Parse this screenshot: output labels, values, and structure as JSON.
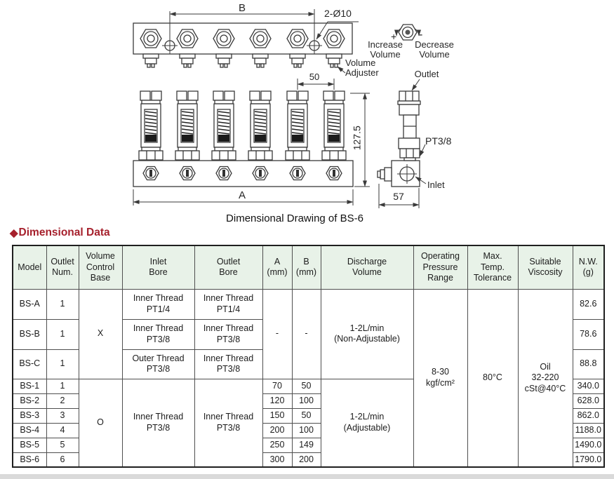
{
  "page": {
    "caption": "Dimensional Drawing of BS-6",
    "bottom_strip_color": "#dadada"
  },
  "section": {
    "icon": "◆",
    "title": "Dimensional Data",
    "color": "#a6202c"
  },
  "drawing": {
    "labels": {
      "dim_b": "B",
      "holes": "2-Ø10",
      "increase": "Increase\nVolume",
      "decrease": "Decrease\nVolume",
      "plus": "+",
      "minus": "-",
      "volume_adjuster": "Volume\nAdjuster",
      "outlet": "Outlet",
      "dim_50": "50",
      "dim_height": "127.5",
      "thread": "PT3/8",
      "inlet": "Inlet",
      "dim_a": "A",
      "dim_57": "57"
    }
  },
  "table": {
    "header_bg": "#e8f2e8",
    "headers": [
      "Model",
      "Outlet\nNum.",
      "Volume\nControl\nBase",
      "Inlet\nBore",
      "Outlet\nBore",
      "A\n(mm)",
      "B\n(mm)",
      "Discharge\nVolume",
      "Operating\nPressure\nRange",
      "Max.\nTemp.\nTolerance",
      "Suitable\nViscosity",
      "N.W.\n(g)"
    ],
    "groups": {
      "fixed": {
        "control": "X",
        "a": "-",
        "b": "-",
        "discharge": "1-2L/min\n(Non-Adjustable)"
      },
      "adjustable": {
        "control": "O",
        "inlet": "Inner Thread\nPT3/8",
        "outlet_bore": "Inner Thread\nPT3/8",
        "discharge": "1-2L/min\n(Adjustable)"
      }
    },
    "shared": {
      "pressure": "8-30\nkgf/cm²",
      "temp": "80°C",
      "viscosity": "Oil\n32-220\ncSt@40°C"
    },
    "rows": [
      {
        "model": "BS-A",
        "outlets": "1",
        "inlet": "Inner Thread\nPT1/4",
        "outlet_bore": "Inner Thread\nPT1/4",
        "nw": "82.6"
      },
      {
        "model": "BS-B",
        "outlets": "1",
        "inlet": "Inner Thread\nPT3/8",
        "outlet_bore": "Inner Thread\nPT3/8",
        "nw": "78.6"
      },
      {
        "model": "BS-C",
        "outlets": "1",
        "inlet": "Outer Thread\nPT3/8",
        "outlet_bore": "Inner Thread\nPT3/8",
        "nw": "88.8"
      },
      {
        "model": "BS-1",
        "outlets": "1",
        "a": "70",
        "b": "50",
        "nw": "340.0"
      },
      {
        "model": "BS-2",
        "outlets": "2",
        "a": "120",
        "b": "100",
        "nw": "628.0"
      },
      {
        "model": "BS-3",
        "outlets": "3",
        "a": "150",
        "b": "50",
        "nw": "862.0"
      },
      {
        "model": "BS-4",
        "outlets": "4",
        "a": "200",
        "b": "100",
        "nw": "1188.0"
      },
      {
        "model": "BS-5",
        "outlets": "5",
        "a": "250",
        "b": "149",
        "nw": "1490.0"
      },
      {
        "model": "BS-6",
        "outlets": "6",
        "a": "300",
        "b": "200",
        "nw": "1790.0"
      }
    ]
  }
}
